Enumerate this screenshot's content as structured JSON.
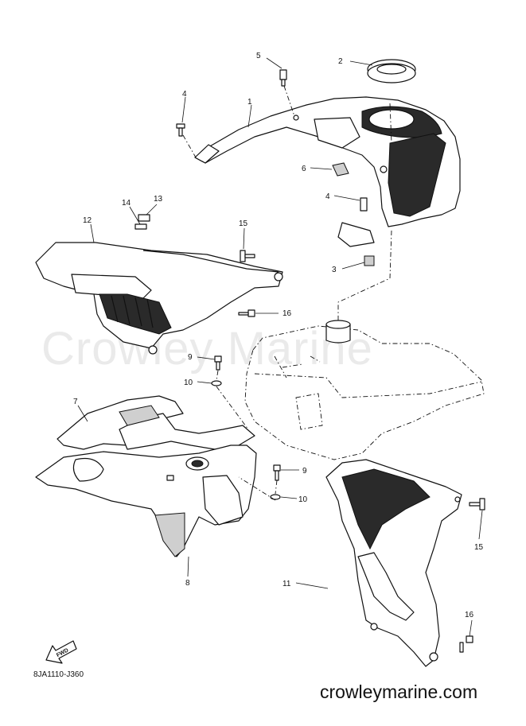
{
  "watermark": "Crowley Marine",
  "diagram_code": "8JA1110-J360",
  "fwd_label": "FWD",
  "site_url": "crowleymarine.com",
  "callouts": {
    "c1": "1",
    "c2": "2",
    "c3": "3",
    "c4a": "4",
    "c4b": "4",
    "c5": "5",
    "c6": "6",
    "c7": "7",
    "c8": "8",
    "c9a": "9",
    "c9b": "9",
    "c10a": "10",
    "c10b": "10",
    "c11": "11",
    "c12": "12",
    "c13": "13",
    "c14": "14",
    "c15a": "15",
    "c15b": "15",
    "c16a": "16",
    "c16b": "16"
  }
}
